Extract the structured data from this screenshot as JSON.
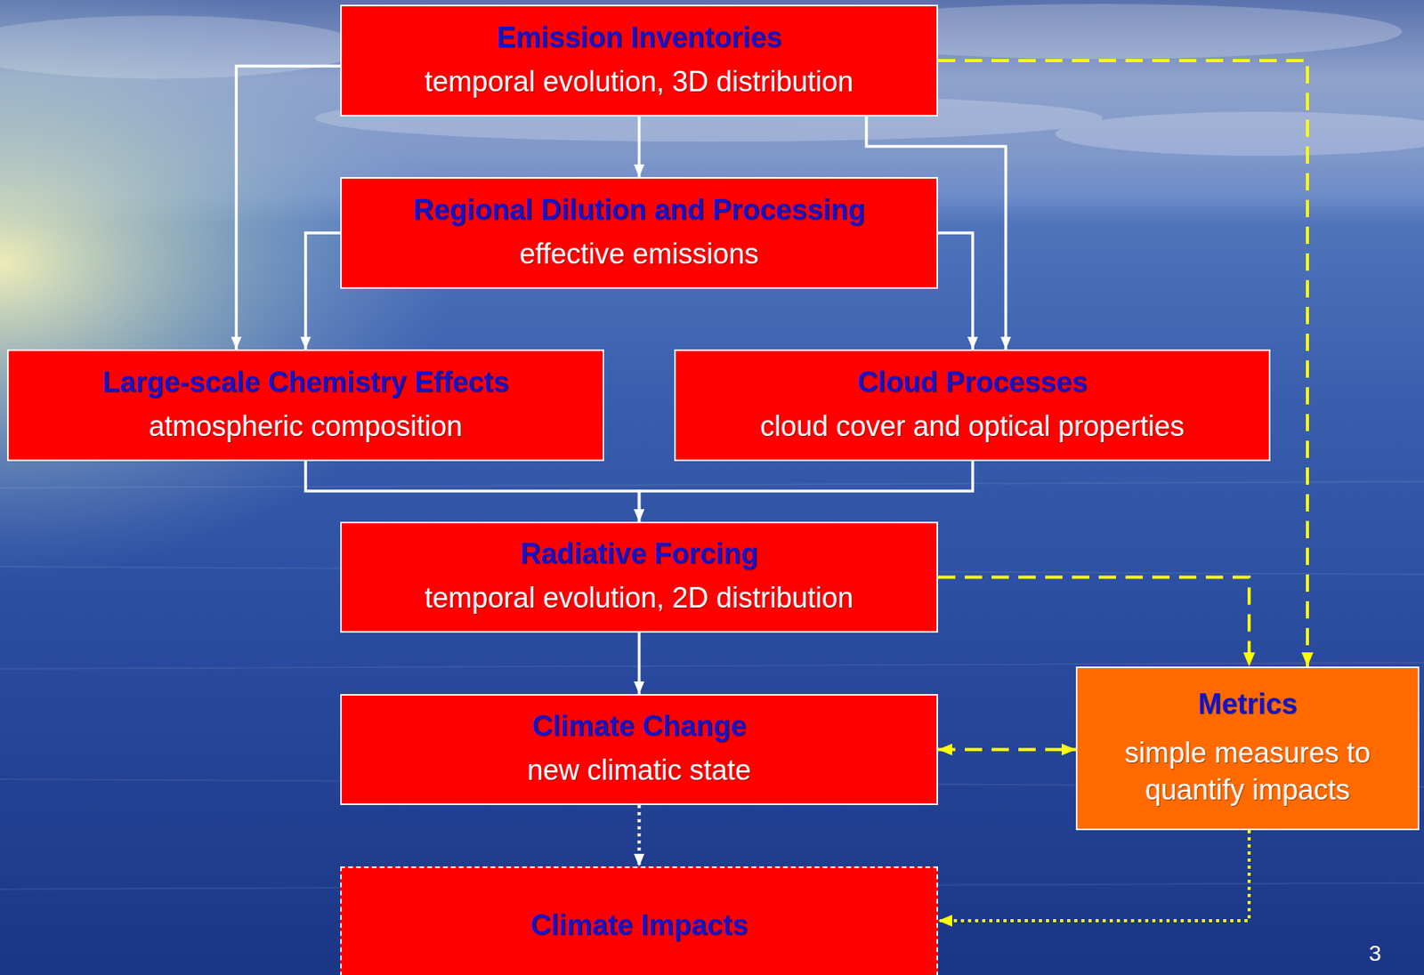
{
  "diagram": {
    "nodes": [
      {
        "text": [
          "Emission Inventories",
          "temporal evolution, 3D distribution"
        ]
      },
      {
        "text": [
          "Regional Dilution and Processing",
          "effective emissions"
        ]
      },
      {
        "text": [
          "Large-scale Chemistry Effects",
          "atmospheric composition"
        ]
      },
      {
        "text": [
          "Cloud Processes",
          "cloud cover and optical properties"
        ]
      },
      {
        "text": [
          "Radiative Forcing",
          "temporal evolution, 2D distribution"
        ]
      },
      {
        "text": [
          "Climate Change",
          "new climatic state"
        ]
      },
      {
        "text": [
          "Metrics",
          "simple measures to quantify impacts"
        ]
      },
      {
        "text": [
          "Climate Impacts"
        ]
      }
    ],
    "edges": [
      {
        "from": 0,
        "to": 1,
        "arrow": "to"
      },
      {
        "from": 0,
        "to": 2,
        "arrow": "to"
      },
      {
        "from": 0,
        "to": 3,
        "arrow": "to"
      },
      {
        "from": 1,
        "to": 2,
        "arrow": "to"
      },
      {
        "from": 1,
        "to": 3,
        "arrow": "to"
      },
      {
        "from": 2,
        "to": 4,
        "arrow": "to"
      },
      {
        "from": 3,
        "to": 4,
        "arrow": "to"
      },
      {
        "from": 4,
        "to": 5,
        "arrow": "to"
      },
      {
        "from": 5,
        "to": 7,
        "arrow": "to"
      },
      {
        "from": 0,
        "to": 6,
        "arrow": "to"
      },
      {
        "from": 4,
        "to": 6,
        "arrow": "to"
      },
      {
        "from": 5,
        "to": 6,
        "arrow": "both"
      },
      {
        "from": 6,
        "to": 7,
        "arrow": "to"
      }
    ],
    "labels": [
      "3"
    ]
  }
}
